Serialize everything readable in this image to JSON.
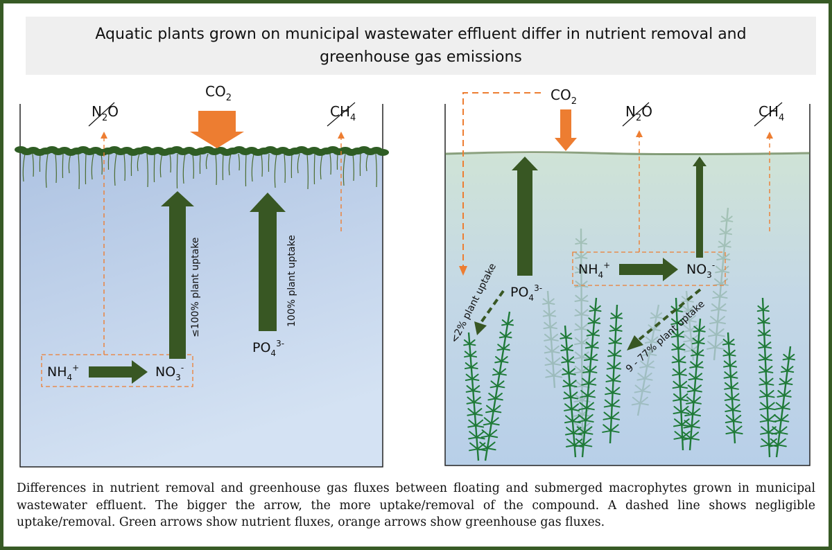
{
  "title": {
    "line1": "Aquatic plants grown on municipal wastewater effluent differ in nutrient removal and",
    "line2": "greenhouse gas emissions"
  },
  "floating_panel": {
    "co2": {
      "base": "CO",
      "sub": "2"
    },
    "n2o": {
      "base1": "N",
      "sub": "2",
      "base2": "O"
    },
    "ch4": {
      "base": "CH",
      "sub": "4"
    },
    "nh4": {
      "base": "NH",
      "sub": "4",
      "sup": "+"
    },
    "no3": {
      "base": "NO",
      "sub": "3",
      "sup": "-"
    },
    "po4": {
      "base": "PO",
      "sub": "4",
      "sup": "3-"
    },
    "no3_uptake_label": "≤100% plant uptake",
    "po4_uptake_label": "100% plant uptake"
  },
  "submerged_panel": {
    "co2": {
      "base": "CO",
      "sub": "2"
    },
    "n2o": {
      "base1": "N",
      "sub": "2",
      "base2": "O"
    },
    "ch4": {
      "base": "CH",
      "sub": "4"
    },
    "nh4": {
      "base": "NH",
      "sub": "4",
      "sup": "+"
    },
    "no3": {
      "base": "NO",
      "sub": "3",
      "sup": "-"
    },
    "po4": {
      "base": "PO",
      "sub": "4",
      "sup": "3-"
    },
    "po4_uptake_label": "<2% plant uptake",
    "no3_uptake_label": "9 - 77% plant uptake"
  },
  "colors": {
    "nutrient_arrow": "#385723",
    "gas_arrow": "#ed7d31",
    "border": "#375a25"
  },
  "caption": "Differences in nutrient removal and greenhouse gas fluxes between floating and submerged macrophytes grown in municipal wastewater effluent. The bigger the arrow, the more uptake/removal of the compound. A dashed line shows negligible uptake/removal. Green arrows show nutrient fluxes, orange arrows show greenhouse gas fluxes."
}
